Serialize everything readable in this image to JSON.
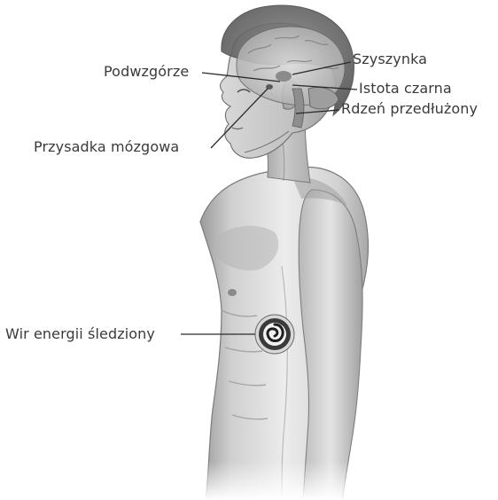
{
  "labels": {
    "pineal": "Szyszynka",
    "hypothalamus": "Podwzgórze",
    "substantia_nigra": "Istota czarna",
    "medulla": "Rdzeń przedłużony",
    "pituitary": "Przysadka mózgowa",
    "spleen_vortex": "Wir energii śledziony"
  },
  "colors": {
    "text": "#3a3a3a",
    "leader_line": "#2b2b2b",
    "skin_light": "#e6e6e6",
    "skin_mid": "#c4c4c4",
    "skin_shadow": "#8c8c8c",
    "hair": "#6a6a6a",
    "brain": "#cfcfcf",
    "vortex_dark": "#2a2a2a"
  }
}
